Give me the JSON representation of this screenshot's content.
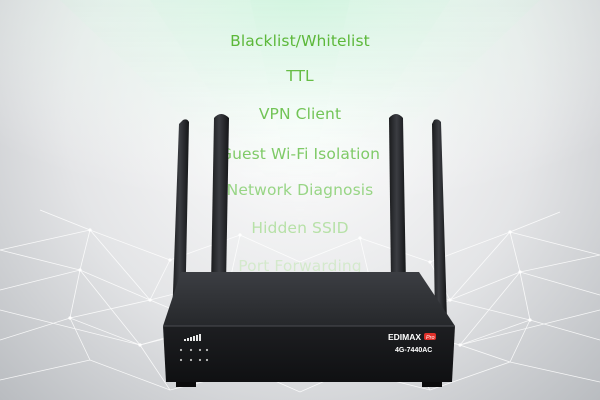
{
  "features": [
    "Blacklist/Whitelist",
    "TTL",
    "VPN Client",
    "Guest Wi-Fi Isolation",
    "Network Diagnosis",
    "Hidden SSID",
    "Port Forwarding"
  ],
  "device": {
    "brand": "EDIMAX",
    "brand_tag": "Pro",
    "model": "4G-7440AC"
  },
  "colors": {
    "accent_green": "#5cb83a",
    "device_body": "#2a2c30",
    "brand_tag": "#e0302a"
  }
}
